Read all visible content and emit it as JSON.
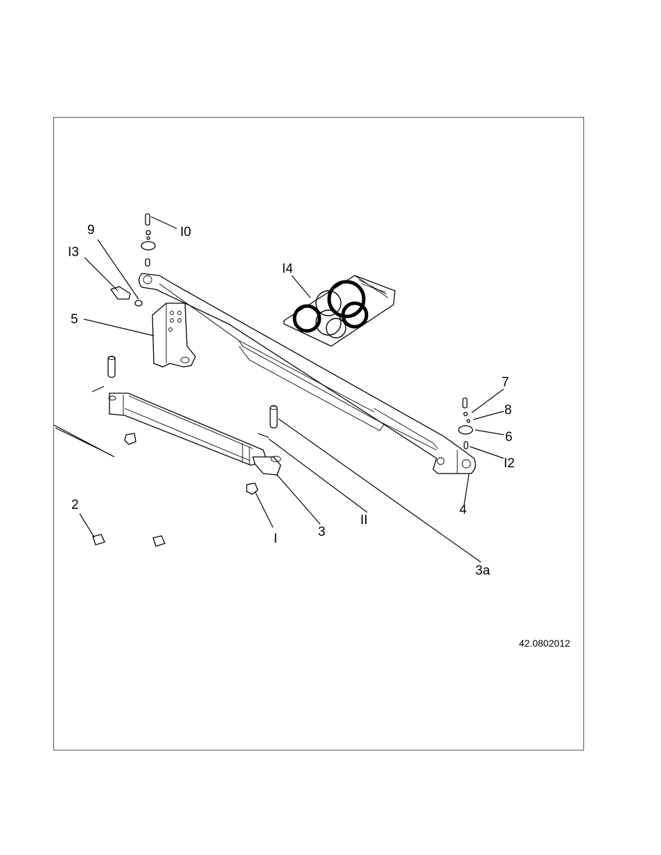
{
  "diagram": {
    "drawing_number": "42.0802012",
    "callouts": [
      {
        "id": "c1",
        "label": "I"
      },
      {
        "id": "c2",
        "label": "2"
      },
      {
        "id": "c3",
        "label": "3"
      },
      {
        "id": "c3a",
        "label": "3a"
      },
      {
        "id": "c4",
        "label": "4"
      },
      {
        "id": "c5",
        "label": "5"
      },
      {
        "id": "c6",
        "label": "6"
      },
      {
        "id": "c7",
        "label": "7"
      },
      {
        "id": "c8",
        "label": "8"
      },
      {
        "id": "c9",
        "label": "9"
      },
      {
        "id": "c10",
        "label": "I0"
      },
      {
        "id": "c11",
        "label": "II"
      },
      {
        "id": "c12",
        "label": "I2"
      },
      {
        "id": "c13",
        "label": "I3"
      },
      {
        "id": "c14",
        "label": "I4"
      }
    ]
  }
}
